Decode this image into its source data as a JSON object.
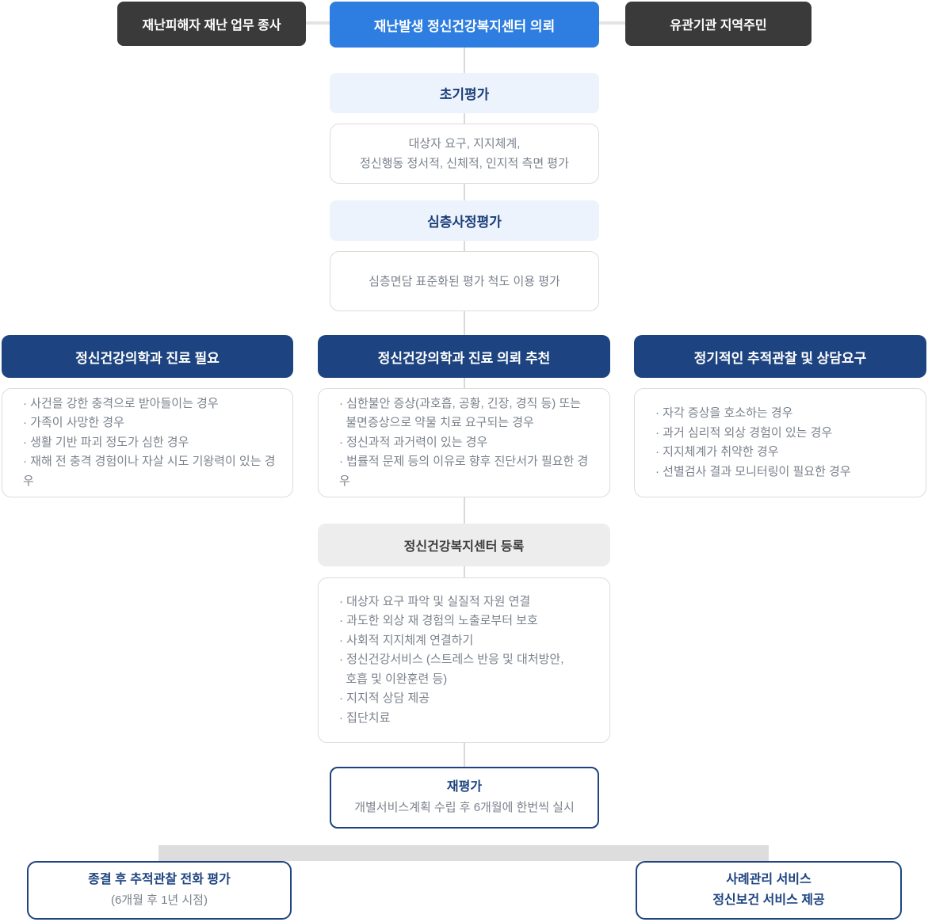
{
  "top_row": {
    "left": "재난피해자 재난 업무 종사",
    "center": "재난발생 정신건강복지센터 의뢰",
    "right": "유관기관 지역주민"
  },
  "initial_assessment": {
    "title": "초기평가",
    "detail": [
      "대상자 요구, 지지체계,",
      "정신행동 정서적, 신체적, 인지적 측면 평가"
    ]
  },
  "in_depth_assessment": {
    "title": "심층사정평가",
    "detail": [
      "심층면담 표준화된 평가 척도 이용 평가"
    ]
  },
  "branches": [
    {
      "title": "정신건강의학과 진료 필요",
      "items": [
        "· 사건을 강한 충격으로 받아들이는 경우",
        "· 가족이 사망한 경우",
        "· 생활 기반 파괴 정도가 심한 경우",
        "· 재해 전 충격 경험이나 자살 시도 기왕력이 있는 경우"
      ]
    },
    {
      "title": "정신건강의학과 진료 의뢰 추천",
      "items": [
        "· 심한불안 증상(과호흡, 공황, 긴장, 경직 등) 또는",
        "  불면증상으로 약물 치료 요구되는 경우",
        "· 정신과적 과거력이 있는 경우",
        "· 법률적 문제 등의 이유로 향후 진단서가 필요한 경우"
      ]
    },
    {
      "title": "정기적인 추적관찰 및 상담요구",
      "items": [
        "· 자각 증상을 호소하는 경우",
        "· 과거 심리적 외상 경험이 있는 경우",
        "· 지지체계가 취약한 경우",
        "· 선별검사 결과 모니터링이 필요한 경우"
      ]
    }
  ],
  "registration": {
    "title": "정신건강복지센터 등록",
    "items": [
      "· 대상자 요구 파악 및 실질적 자원 연결",
      "· 과도한 외상 재 경험의 노출로부터 보호",
      "· 사회적 지지체계 연결하기",
      "· 정신건강서비스 (스트레스 반응 및 대처방안,",
      "  호흡 및 이완훈련 등)",
      "· 지지적 상담 제공",
      "· 집단치료"
    ]
  },
  "reassessment": {
    "title": "재평가",
    "subtitle": "개별서비스계획 수립 후 6개월에 한번씩 실시"
  },
  "bottom": {
    "left": {
      "title": "종결 후 추적관찰 전화 평가",
      "subtitle": "(6개월 후 1년 시점)"
    },
    "right": {
      "line1": "사례관리 서비스",
      "line2": "정신보건 서비스 제공"
    }
  },
  "colors": {
    "accent_blue": "#2e7de0",
    "navy": "#1d4480",
    "dark_node": "#3a3a3a",
    "pale_blue": "#edf3fc",
    "body_text": "#7b828c",
    "connector": "#d9d9d9",
    "bar": "#dddddd"
  }
}
